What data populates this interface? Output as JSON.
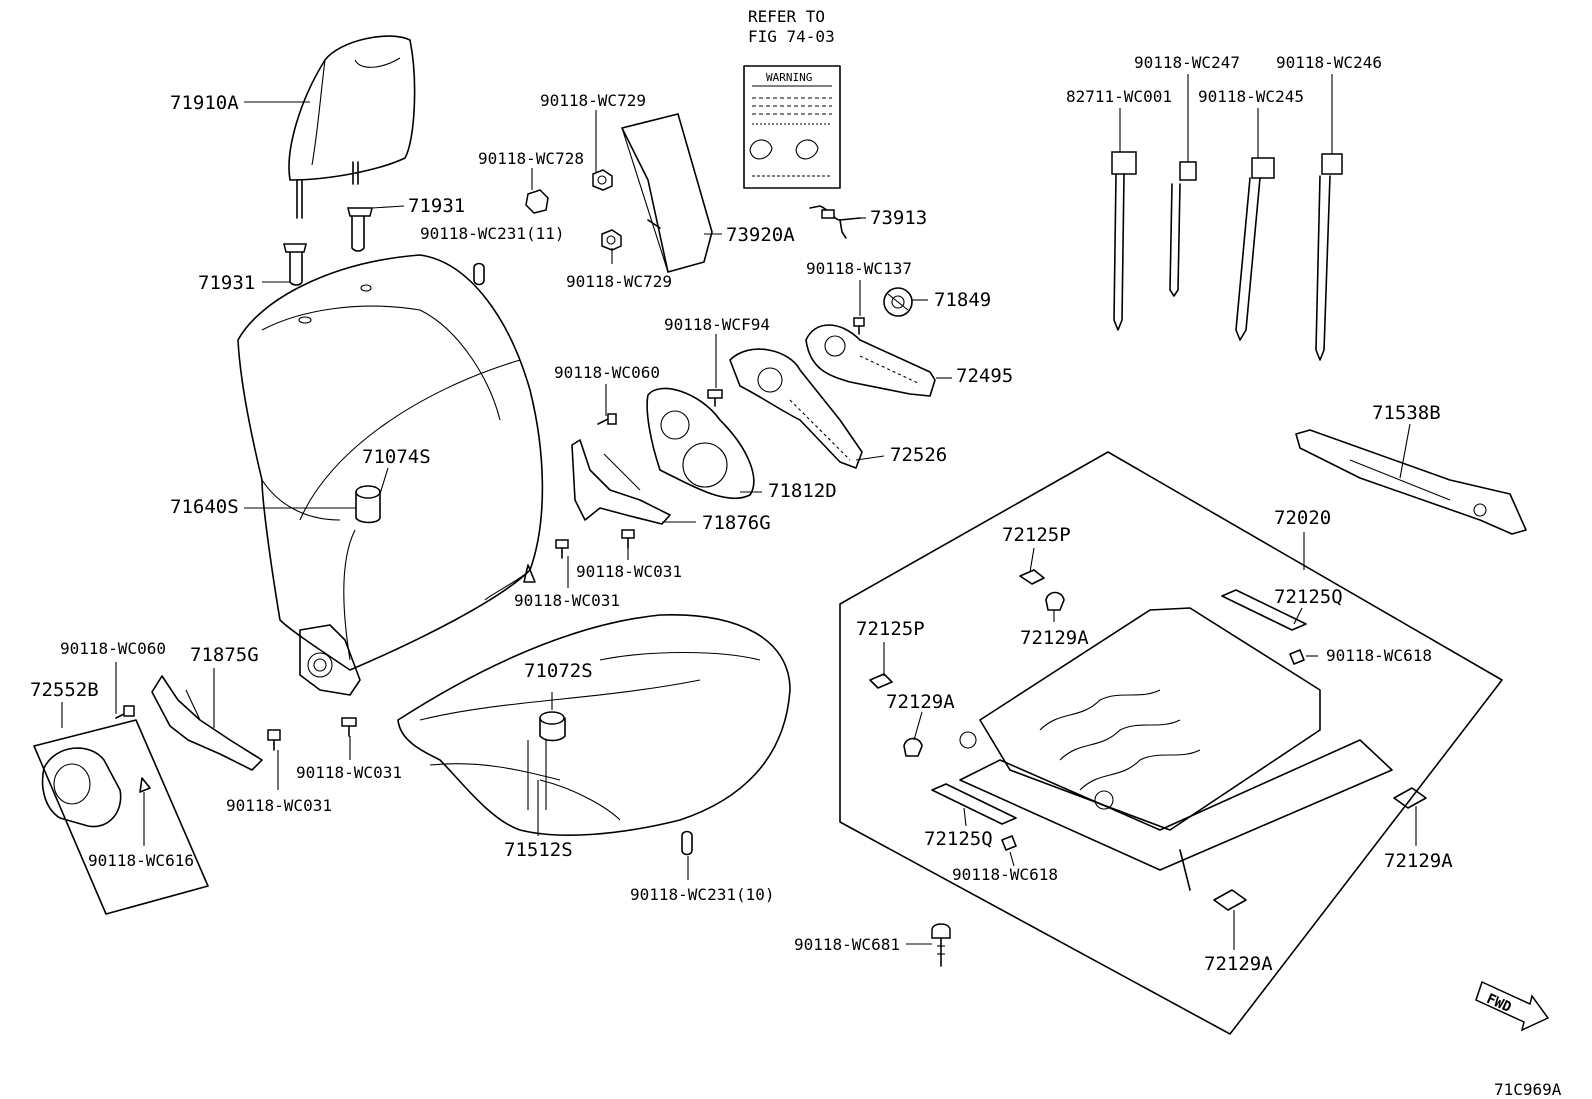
{
  "labels": {
    "headrest": "71910A",
    "guide_upper": "71931",
    "guide_lower": "71931",
    "refer_line1": "REFER TO",
    "refer_line2": "FIG 74-03",
    "warning": "WARNING",
    "nut_wc729_top": "90118-WC729",
    "nut_wc728": "90118-WC728",
    "clip_wc231_11": "90118-WC231(11)",
    "nut_wc729_bottom": "90118-WC729",
    "airbag": "73920A",
    "wire_73913": "73913",
    "screw_wc137": "90118-WC137",
    "knob_71849": "71849",
    "screw_wcf94": "90118-WCF94",
    "lever_72495": "72495",
    "screw_wc060_mid": "90118-WC060",
    "cover_72526": "72526",
    "guide_71074s": "71074S",
    "back_cover": "71640S",
    "shield_71812d": "71812D",
    "shield_71876g": "71876G",
    "bolt_wc031_a": "90118-WC031",
    "bolt_wc031_b": "90118-WC031",
    "tie_wc001": "82711-WC001",
    "tie_wc247": "90118-WC247",
    "tie_wc246": "90118-WC246",
    "tie_wc245": "90118-WC245",
    "rail_cover": "71538B",
    "frame": "72020",
    "clip_72125p_top": "72125P",
    "clip_72125q_top": "72125Q",
    "clip_72129a_top": "72129A",
    "clip_wc618_right": "90118-WC618",
    "clip_72125p_left": "72125P",
    "clip_72129a_left": "72129A",
    "clip_72125q_bottom": "72125Q",
    "clip_wc618_bottom": "90118-WC618",
    "clip_72129a_right": "72129A",
    "clip_72129a_bottom": "72129A",
    "bolt_wc681": "90118-WC681",
    "screw_wc060_left": "90118-WC060",
    "shield_71875g": "71875G",
    "cover_72552b": "72552B",
    "bolt_wc031_c": "90118-WC031",
    "bolt_wc031_d": "90118-WC031",
    "clip_wc616": "90118-WC616",
    "cushion_guide": "71072S",
    "cushion_cover": "71512S",
    "clip_wc231_10": "90118-WC231(10)",
    "fwd": "FWD",
    "figure_code": "71C969A"
  }
}
